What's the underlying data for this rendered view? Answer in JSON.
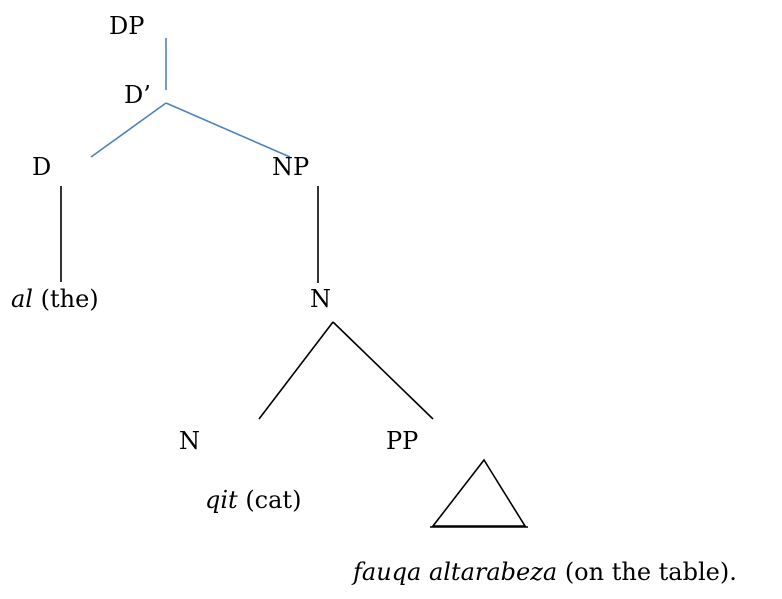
{
  "tree": {
    "colors": {
      "upper_branches": "#4f81bd",
      "lower_branches": "#000000",
      "text": "#000000"
    },
    "nodes": {
      "dp": "DP",
      "d_bar": "D’",
      "d": "D",
      "np": "NP",
      "n_upper": "N",
      "n_lower": "N",
      "pp": "PP"
    },
    "leaves": {
      "al": {
        "word": "al",
        "gloss": " (the)"
      },
      "qit": {
        "word": "qit",
        "gloss": " (cat)"
      },
      "pp_phrase": {
        "word": "fauqa altarabeza",
        "gloss": " (on the table)."
      }
    }
  }
}
